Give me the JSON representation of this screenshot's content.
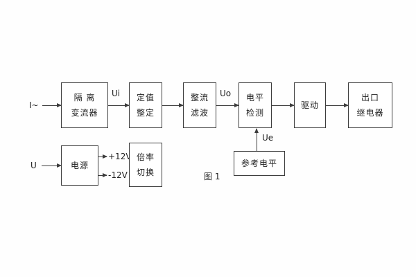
{
  "figure": {
    "caption": "图 1"
  },
  "signals": {
    "input_current": "I~",
    "ui": "Ui",
    "uo": "Uo",
    "ue": "Ue",
    "u": "U",
    "plus_12v": "+12V",
    "minus_12v": "-12V"
  },
  "blocks": {
    "isolation_transformer": {
      "line1": "隔 离",
      "line2": "变流器"
    },
    "setpoint_setting": {
      "line1": "定值",
      "line2": "整定"
    },
    "rectifier_filter": {
      "line1": "整流",
      "line2": "滤波"
    },
    "level_detector": {
      "line1": "电平",
      "line2": "检测"
    },
    "driver": {
      "line1": "驱动"
    },
    "output_relay": {
      "line1": "出口",
      "line2": "继电器"
    },
    "power_supply": {
      "line1": "电源"
    },
    "ratio_switch": {
      "line1": "倍率",
      "line2": "切换"
    },
    "reference_level": {
      "line1": "参考电平"
    }
  }
}
